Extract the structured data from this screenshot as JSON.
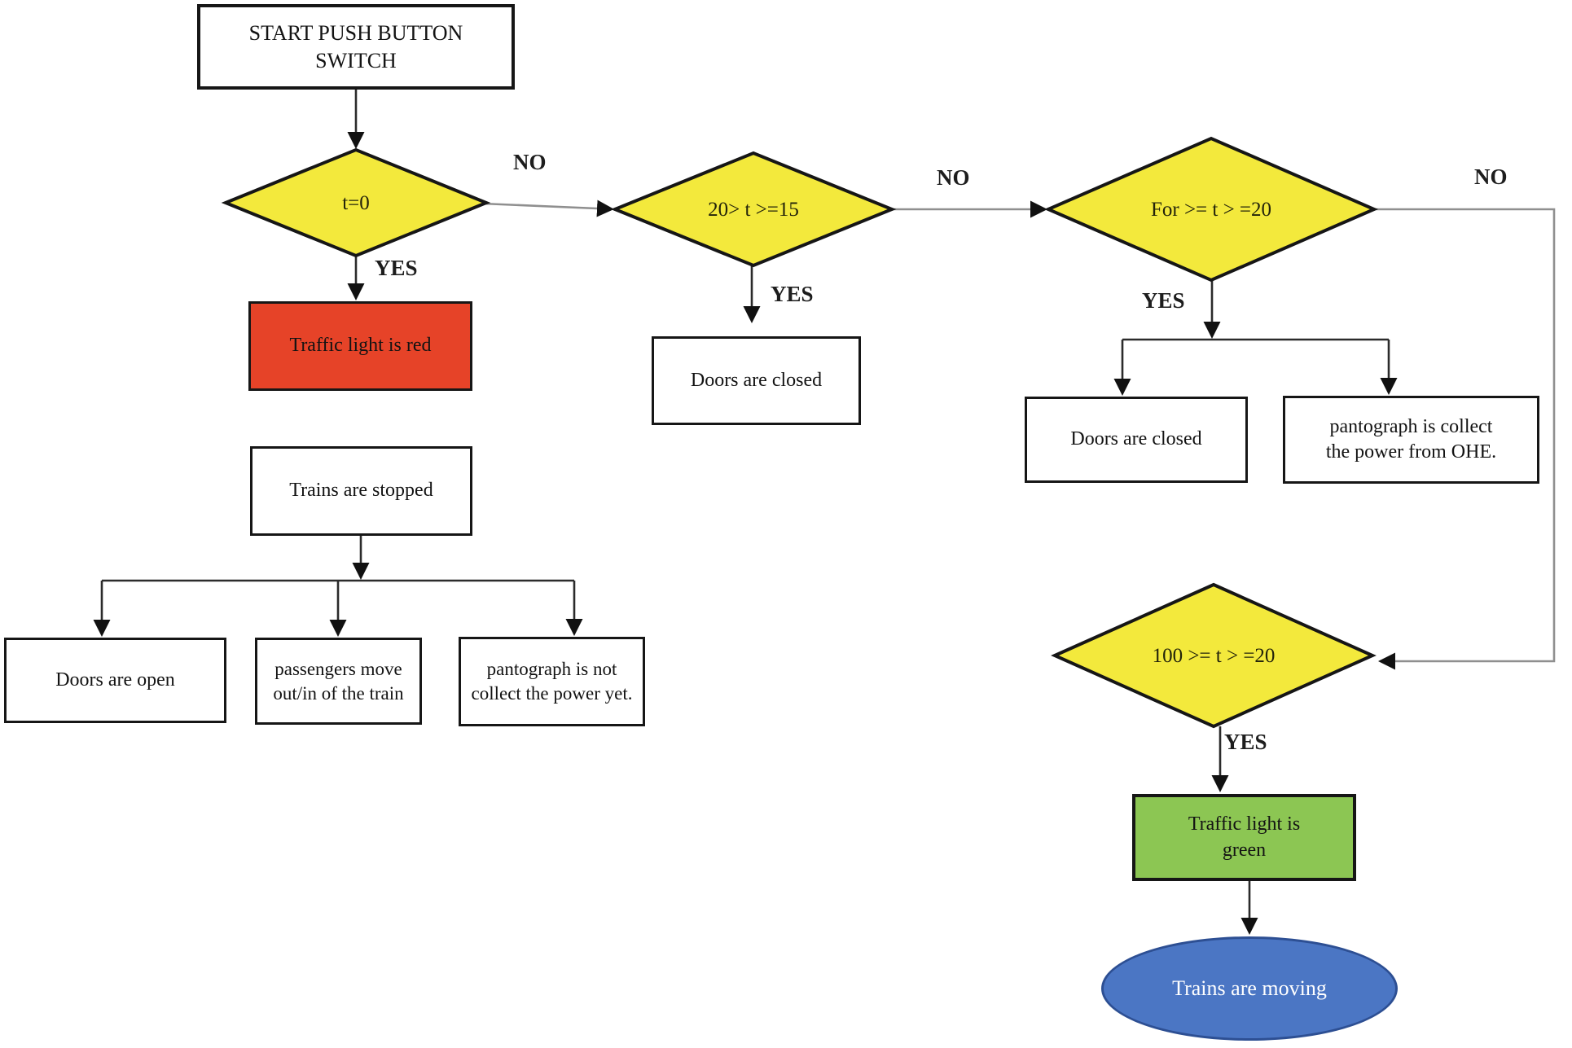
{
  "nodes": {
    "start": {
      "label": "START PUSH BUTTON\nSWITCH"
    },
    "decision_t0": {
      "label": "t=0"
    },
    "traffic_red": {
      "label": "Traffic light is red"
    },
    "trains_stopped": {
      "label": "Trains are stopped"
    },
    "doors_open": {
      "label": "Doors are open"
    },
    "passengers_move": {
      "label": "passengers move\nout/in of the train"
    },
    "pantograph_not": {
      "label": "pantograph is not\ncollect the power yet."
    },
    "decision_t15": {
      "label": "20> t >=15"
    },
    "doors_closed_mid": {
      "label": "Doors are closed"
    },
    "decision_t20": {
      "label": "For >= t > =20"
    },
    "doors_closed_right": {
      "label": "Doors are closed"
    },
    "pantograph_ohe": {
      "label": "pantograph is  collect\nthe power from OHE."
    },
    "decision_t100": {
      "label": "100 >= t > =20"
    },
    "traffic_green": {
      "label": "Traffic light is\ngreen"
    },
    "trains_moving": {
      "label": "Trains are moving"
    }
  },
  "edge_labels": {
    "t0_no": "NO",
    "t0_yes": "YES",
    "t15_no": "NO",
    "t15_yes": "YES",
    "t20_no": "NO",
    "t20_yes": "YES",
    "t100_yes": "YES"
  },
  "colors": {
    "decision_fill": "#F3E93C",
    "stop_fill": "#E64328",
    "go_fill": "#8CC653",
    "end_fill": "#4B76C4"
  }
}
